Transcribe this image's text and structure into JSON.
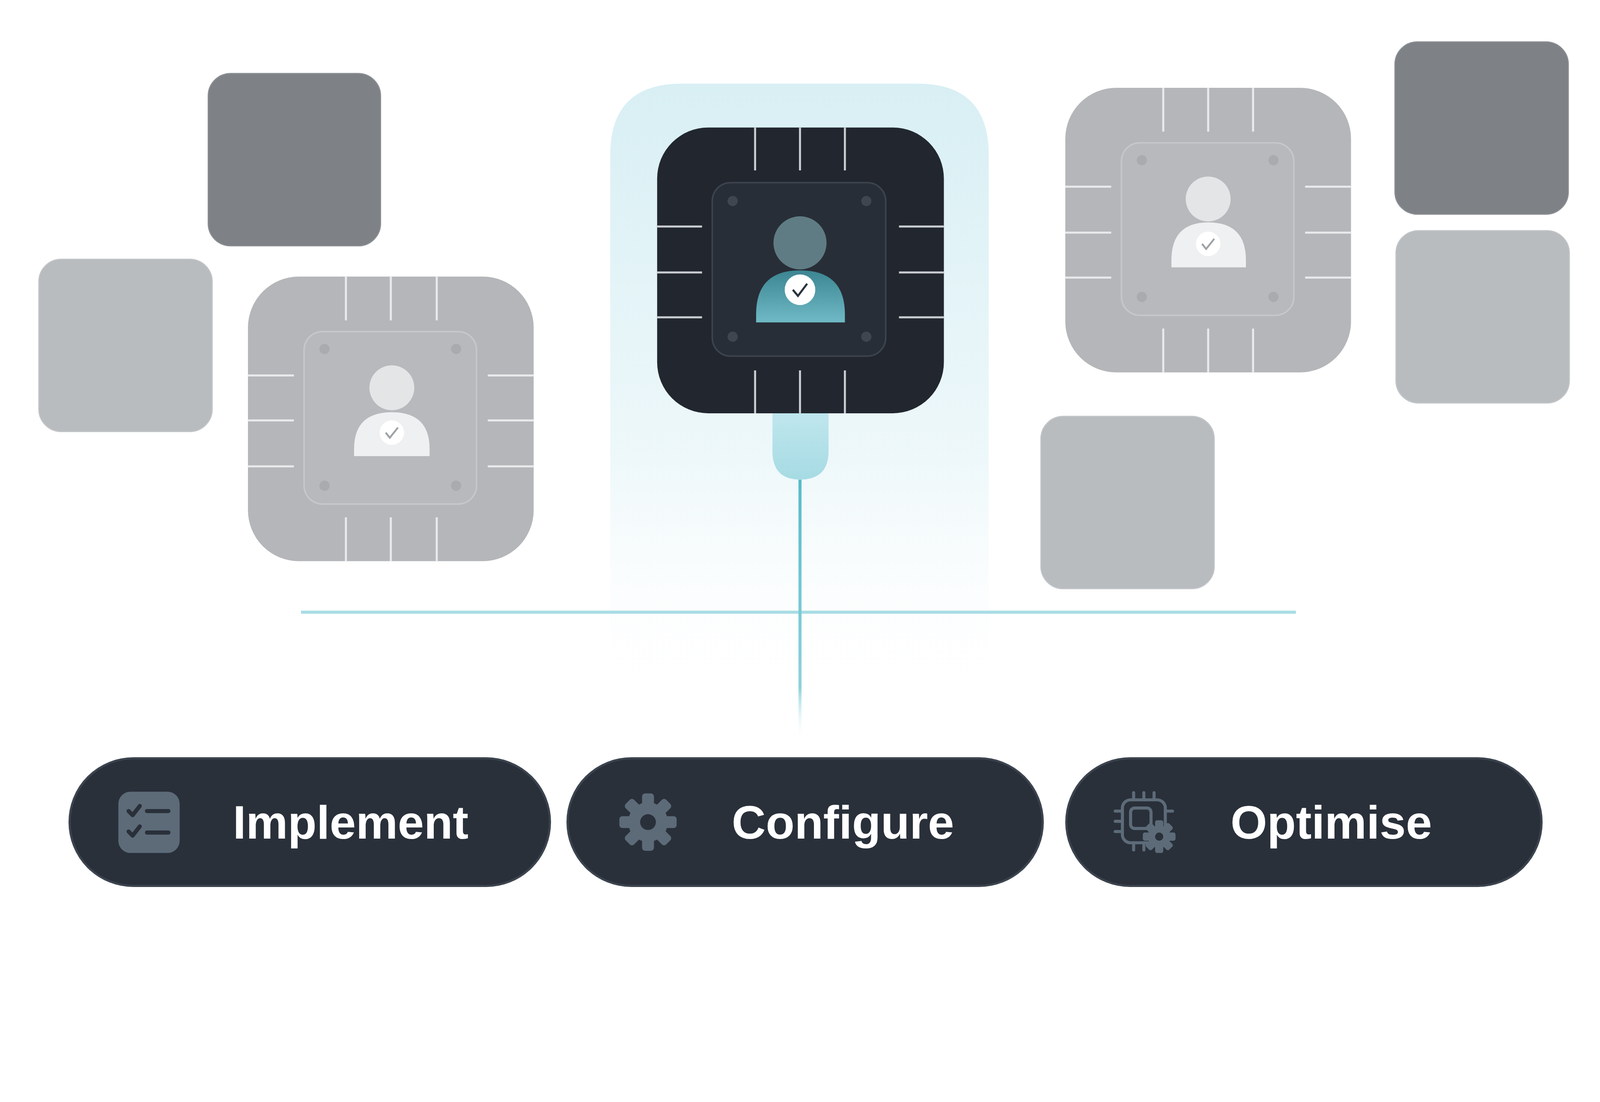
{
  "diagram": {
    "nodes": [
      {
        "text": [
          "Implement"
        ]
      },
      {
        "text": [
          "Configure"
        ]
      },
      {
        "text": [
          "Optimise"
        ]
      }
    ]
  }
}
